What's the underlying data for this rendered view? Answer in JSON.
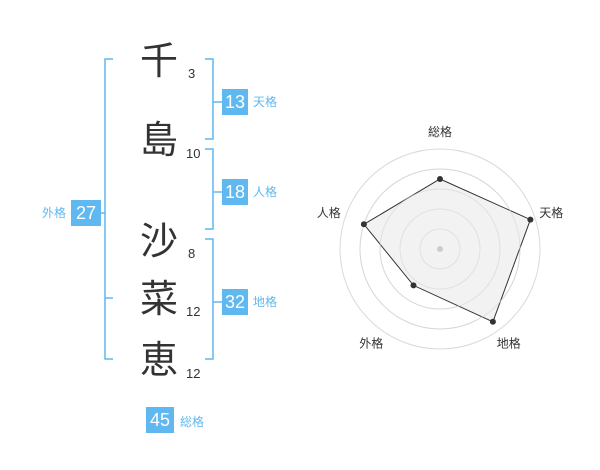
{
  "name": {
    "characters": [
      {
        "char": "千",
        "strokes": "3"
      },
      {
        "char": "島",
        "strokes": "10"
      },
      {
        "char": "沙",
        "strokes": "8"
      },
      {
        "char": "菜",
        "strokes": "12"
      },
      {
        "char": "恵",
        "strokes": "12"
      }
    ]
  },
  "fortunes": {
    "tenkaku": {
      "value": "13",
      "label": "天格"
    },
    "jinkaku": {
      "value": "18",
      "label": "人格"
    },
    "chikaku": {
      "value": "32",
      "label": "地格"
    },
    "gaikaku": {
      "value": "27",
      "label": "外格"
    },
    "soukaku": {
      "value": "45",
      "label": "総格"
    }
  },
  "colors": {
    "accent": "#5fb8f0",
    "text": "#333333",
    "radar_fill": "#f0f0f0",
    "radar_ring": "#d9d9d9"
  },
  "chart_data": {
    "type": "radar",
    "axes": [
      "総格",
      "天格",
      "地格",
      "外格",
      "人格"
    ],
    "values": [
      0.7,
      0.95,
      0.9,
      0.45,
      0.8
    ],
    "rings": 5
  }
}
